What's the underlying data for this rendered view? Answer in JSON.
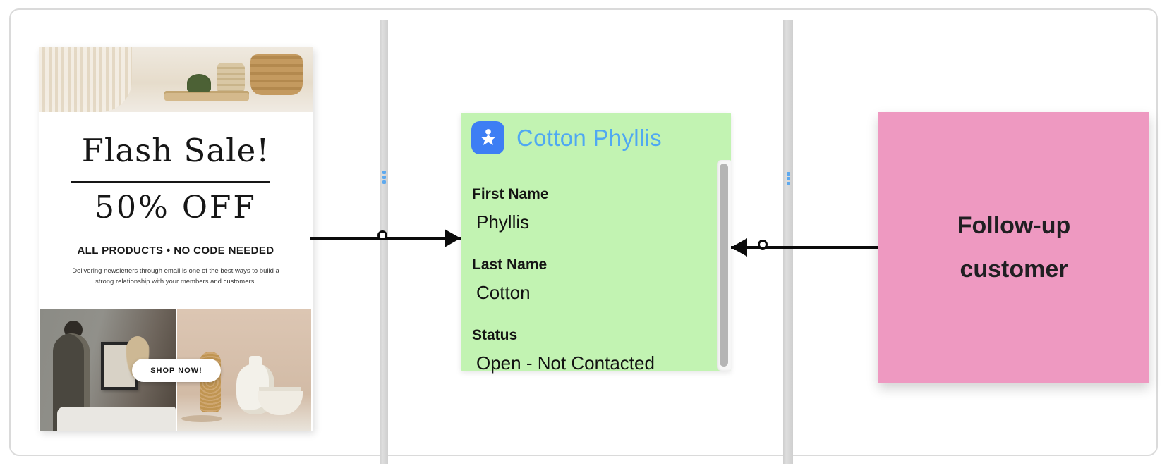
{
  "flyer": {
    "headline": "Flash Sale!",
    "subheadline": "50% OFF",
    "tagline": "ALL PRODUCTS • NO CODE NEEDED",
    "body_text": "Delivering newsletters through email is one of the best ways to build a strong relationship with your members and customers.",
    "cta_label": "SHOP NOW!"
  },
  "contact_card": {
    "title": "Cotton Phyllis",
    "icon": "lead-star-person-icon",
    "fields": [
      {
        "label": "First Name",
        "value": "Phyllis"
      },
      {
        "label": "Last Name",
        "value": "Cotton"
      },
      {
        "label": "Status",
        "value": "Open - Not Contacted"
      }
    ]
  },
  "note_card": {
    "line1": "Follow-up",
    "line2": "customer"
  },
  "colors": {
    "contact_card_bg": "#c2f3b2",
    "contact_title": "#4fa8f2",
    "contact_icon_bg": "#3d7ef4",
    "note_card_bg": "#ee99c1",
    "connector": "#0b0b0b",
    "divider_dots": "#5ea9ee",
    "gutter": "#d6d6d6"
  }
}
